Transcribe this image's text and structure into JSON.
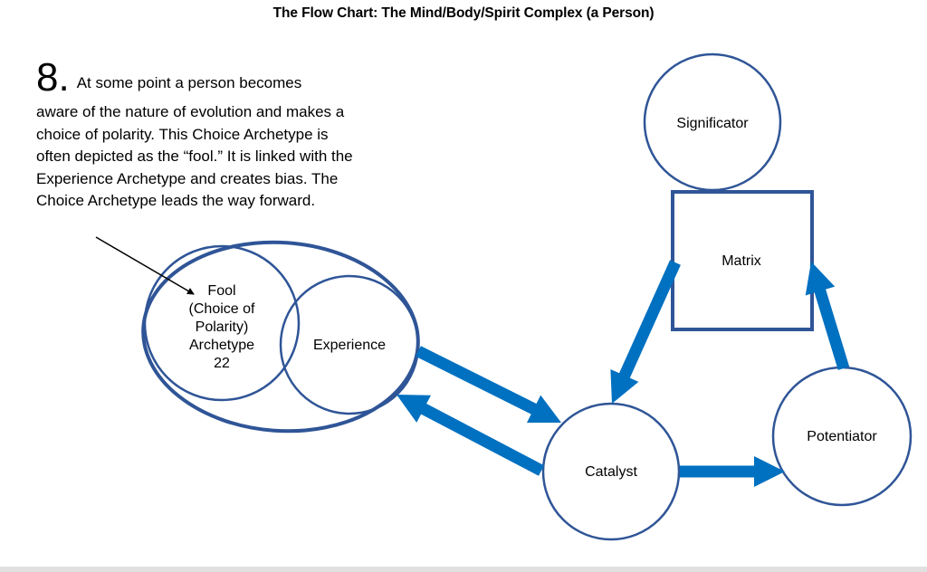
{
  "title": "The Flow Chart: The Mind/Body/Spirit Complex (a Person)",
  "annotation": {
    "step_number": "8.",
    "first_line": "At some point a person becomes",
    "body": "aware of the nature of evolution and makes a choice of polarity. This Choice Archetype is often depicted as the “fool.” It is linked with the Experience Archetype and creates bias. The Choice Archetype leads the way forward."
  },
  "colors": {
    "node_stroke": "#2F5597",
    "arrow_fill": "#0070C0",
    "pointer_line": "#000000",
    "bottom_band": "#E1E1E1"
  },
  "nodes": {
    "fool": {
      "label": "Fool\n(Choice of\nPolarity)\nArchetype\n22",
      "shape": "circle"
    },
    "experience": {
      "label": "Experience",
      "shape": "circle"
    },
    "significator": {
      "label": "Significator",
      "shape": "circle"
    },
    "matrix": {
      "label": "Matrix",
      "shape": "square"
    },
    "catalyst": {
      "label": "Catalyst",
      "shape": "circle"
    },
    "potentiator": {
      "label": "Potentiator",
      "shape": "circle"
    }
  },
  "edges": [
    {
      "from": "experience",
      "to": "catalyst"
    },
    {
      "from": "catalyst",
      "to": "experience"
    },
    {
      "from": "matrix",
      "to": "catalyst"
    },
    {
      "from": "catalyst",
      "to": "potentiator"
    },
    {
      "from": "potentiator",
      "to": "matrix"
    }
  ],
  "groupings": [
    {
      "name": "choice-experience-group",
      "members": [
        "fool",
        "experience"
      ],
      "shape": "ellipse"
    }
  ],
  "pointers": [
    {
      "from": "annotation",
      "to": "fool"
    }
  ]
}
